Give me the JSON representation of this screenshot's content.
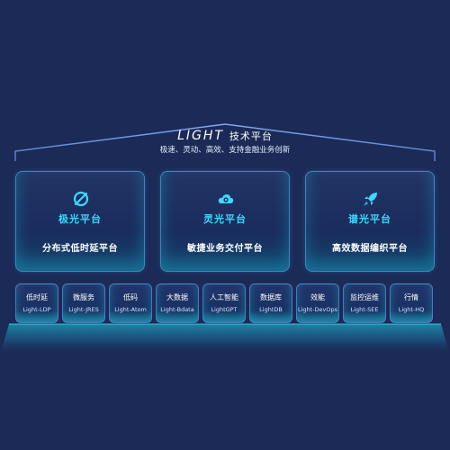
{
  "header": {
    "brand": "LIGHT",
    "title": "技术平台",
    "subtitle": "极速、灵动、高效、支持金融业务创新"
  },
  "platforms": [
    {
      "name": "极光平台",
      "desc": "分布式低时延平台",
      "icon": "ring-slash-icon"
    },
    {
      "name": "灵光平台",
      "desc": "敏捷业务交付平台",
      "icon": "cloud-gear-icon"
    },
    {
      "name": "谱光平台",
      "desc": "高效数据编织平台",
      "icon": "rocket-icon"
    }
  ],
  "modules": [
    {
      "name": "低时延",
      "code": "Light-LDP"
    },
    {
      "name": "微服务",
      "code": "Light-JRES"
    },
    {
      "name": "低码",
      "code": "Light-Atom"
    },
    {
      "name": "大数据",
      "code": "Light-Bdata"
    },
    {
      "name": "人工智能",
      "code": "LightGPT"
    },
    {
      "name": "数据库",
      "code": "LightDB"
    },
    {
      "name": "效能",
      "code": "Light-DevOps"
    },
    {
      "name": "监控运维",
      "code": "Light-SEE"
    },
    {
      "name": "行情",
      "code": "Light-HQ"
    }
  ],
  "colors": {
    "background": "#1b2a56",
    "accent": "#3fd8ff",
    "glow": "#1ed2e6"
  }
}
